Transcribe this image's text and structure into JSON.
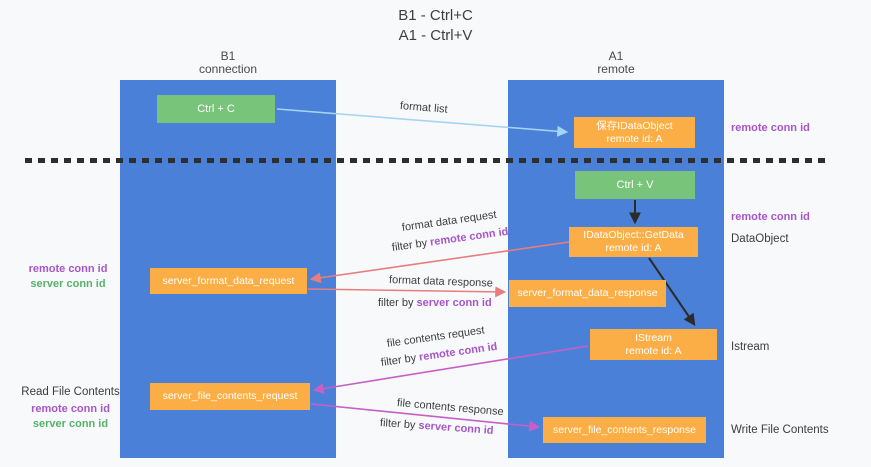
{
  "diagram": {
    "title_lines": [
      "B1 - Ctrl+C",
      "A1 - Ctrl+V"
    ],
    "columns": {
      "b1": {
        "name": "B1",
        "role": "connection"
      },
      "a1": {
        "name": "A1",
        "role": "remote"
      }
    },
    "boxes": {
      "ctrl_c": "Ctrl + C",
      "ctrl_v": "Ctrl + V",
      "save_idataobject": {
        "line1": "保存IDataObject",
        "line2": "remote id: A"
      },
      "getdata": {
        "line1": "IDataObject::GetData",
        "line2": "remote id: A"
      },
      "istream": {
        "line1": "IStream",
        "line2": "remote id: A"
      },
      "server_format_data_request": "server_format_data_request",
      "server_format_data_response": "server_format_data_response",
      "server_file_contents_request": "server_file_contents_request",
      "server_file_contents_response": "server_file_contents_response"
    },
    "flow_labels": {
      "format_list": "format list",
      "format_data_request": "format data request",
      "format_data_response": "format data response",
      "file_contents_request": "file contents request",
      "file_contents_response": "file contents response",
      "filter_by": "filter by ",
      "remote_conn_id": "remote conn id",
      "server_conn_id": "server conn id"
    },
    "side_labels": {
      "remote_conn_id": "remote conn id",
      "server_conn_id": "server conn id",
      "dataobject": "DataObject",
      "istream": "Istream",
      "read_file_contents": "Read File Contents",
      "write_file_contents": "Write File Contents"
    },
    "colors": {
      "column_blue": "#4a80d8",
      "box_orange": "#fbae45",
      "box_green": "#79c47b",
      "text_purple": "#a855c8",
      "text_green": "#56b269",
      "arrow_red": "#e87d7d",
      "arrow_magenta": "#c75fc7",
      "arrow_blue": "#a5d5f5",
      "arrow_black": "#2b2b2b"
    }
  }
}
